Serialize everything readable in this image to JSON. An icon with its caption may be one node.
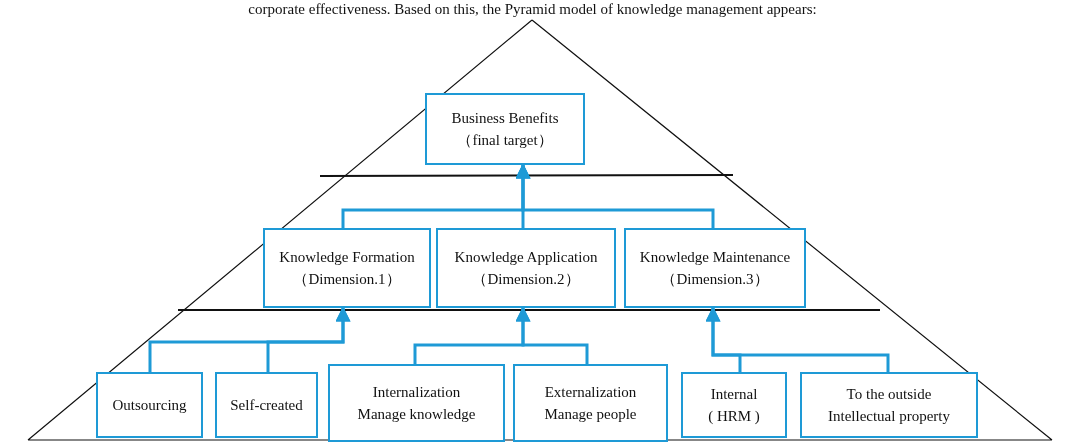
{
  "diagram": {
    "nodes": [
      {
        "text": [
          "Business Benefits",
          "（final target）"
        ]
      },
      {
        "text": [
          "Knowledge Formation",
          "（Dimension.1）"
        ]
      },
      {
        "text": [
          "Knowledge Application",
          "（Dimension.2）"
        ]
      },
      {
        "text": [
          "Knowledge Maintenance",
          "（Dimension.3）"
        ]
      },
      {
        "text": [
          "Outsourcing"
        ]
      },
      {
        "text": [
          "Self-created"
        ]
      },
      {
        "text": [
          "Internalization",
          "Manage knowledge"
        ]
      },
      {
        "text": [
          "Externalization",
          "Manage people"
        ]
      },
      {
        "text": [
          "Internal",
          "( HRM )"
        ]
      },
      {
        "text": [
          "To the outside",
          "Intellectual property"
        ]
      }
    ],
    "edges": [
      {
        "from": 1,
        "to": 0,
        "arrow": "to"
      },
      {
        "from": 2,
        "to": 0,
        "arrow": "to"
      },
      {
        "from": 3,
        "to": 0,
        "arrow": "to"
      },
      {
        "from": 4,
        "to": 1,
        "arrow": "to"
      },
      {
        "from": 5,
        "to": 1,
        "arrow": "to"
      },
      {
        "from": 6,
        "to": 2,
        "arrow": "to"
      },
      {
        "from": 7,
        "to": 2,
        "arrow": "to"
      },
      {
        "from": 8,
        "to": 3,
        "arrow": "to"
      },
      {
        "from": 9,
        "to": 3,
        "arrow": "to"
      }
    ],
    "labels": [
      "corporate effectiveness. Based on this, the Pyramid model of knowledge management appears:"
    ]
  }
}
